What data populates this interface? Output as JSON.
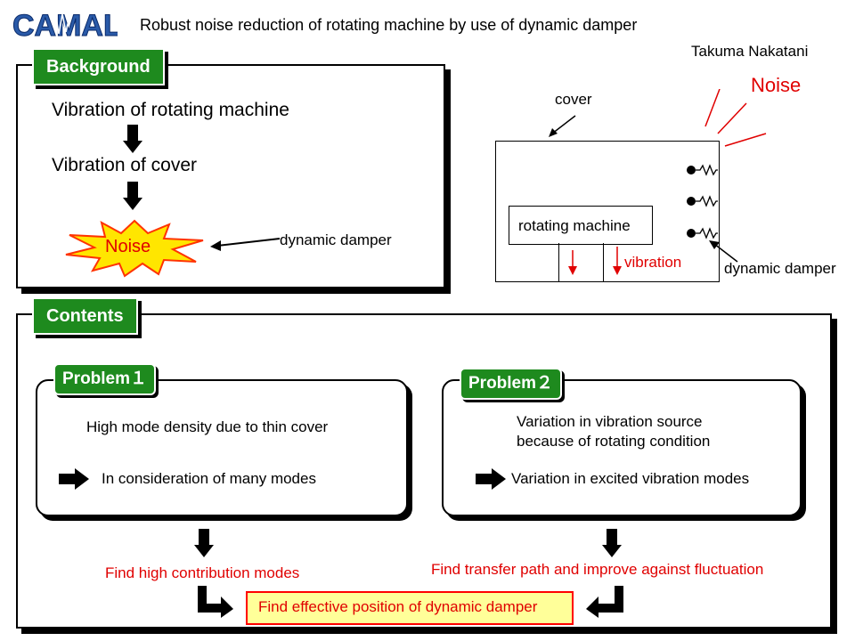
{
  "header": {
    "logo_text": "CAMAL",
    "title": "Robust noise reduction of rotating machine by use of dynamic damper",
    "author": "Takuma Nakatani"
  },
  "background": {
    "tag": "Background",
    "line1": "Vibration of rotating machine",
    "line2": "Vibration of cover",
    "noise": "Noise",
    "damper_label": "dynamic damper"
  },
  "diagram": {
    "cover_label": "cover",
    "noise_label": "Noise",
    "machine_label": "rotating machine",
    "vibration_label": "vibration",
    "damper_label": "dynamic damper"
  },
  "contents": {
    "tag": "Contents",
    "problem1": {
      "tag": "Problem１",
      "text": "High mode density due to thin cover",
      "result": "In consideration of many modes"
    },
    "problem2": {
      "tag": "Problem２",
      "text_line1": "Variation in vibration source",
      "text_line2": "because of rotating condition",
      "result": "Variation in excited vibration modes"
    },
    "finding1": "Find high contribution modes",
    "finding2": "Find transfer path and improve against fluctuation",
    "conclusion": "Find effective position of dynamic damper"
  },
  "colors": {
    "green": "#1e8a1e",
    "red": "#e00000",
    "noise_fill": "#ffe600",
    "noise_stroke": "#ff3300",
    "highlight_fill": "#ffff99",
    "highlight_border": "#ff0000"
  }
}
